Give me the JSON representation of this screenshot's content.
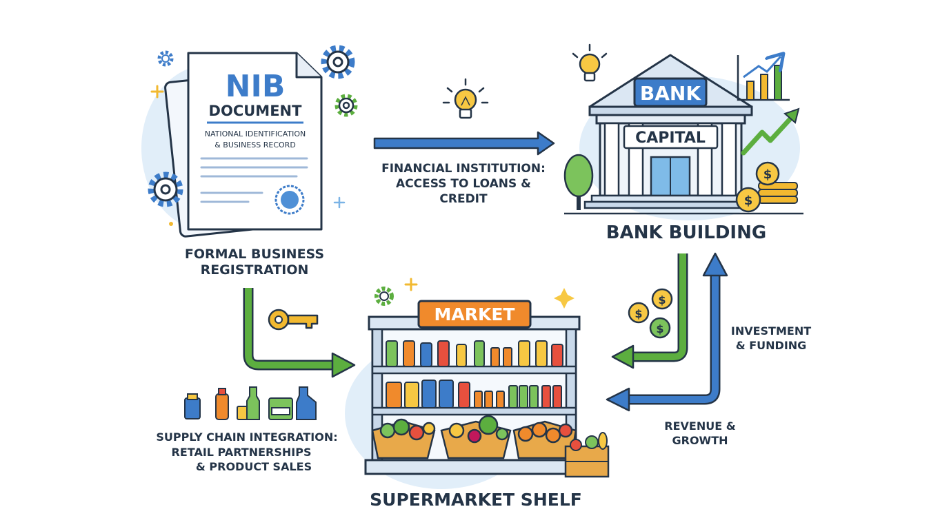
{
  "nib_document": {
    "title": "NIB",
    "subtitle": "DOCUMENT",
    "desc_line1": "NATIONAL IDENTIFICATION",
    "desc_line2": "& BUSINESS RECORD",
    "caption_line1": "FORMAL BUSINESS",
    "caption_line2": "REGISTRATION"
  },
  "financial_arrow": {
    "label_line1": "FINANCIAL INSTITUTION:",
    "label_line2": "ACCESS TO LOANS &",
    "label_line3": "CREDIT"
  },
  "bank": {
    "sign": "BANK",
    "banner": "CAPITAL",
    "caption": "BANK BUILDING"
  },
  "market": {
    "sign": "MARKET",
    "caption": "SUPERMARKET SHELF"
  },
  "investment_arrow": {
    "label_line1": "INVESTMENT",
    "label_line2": "& FUNDING"
  },
  "revenue_arrow": {
    "label_line1": "REVENUE &",
    "label_line2": "GROWTH"
  },
  "supply_chain": {
    "label_line1": "SUPPLY CHAIN INTEGRATION:",
    "label_line2": "RETAIL PARTNERSHIPS",
    "label_line3": "& PRODUCT SALES"
  },
  "icons": [
    "gear-icon",
    "lightbulb-icon",
    "key-icon",
    "coin-icon",
    "growth-chart-icon",
    "tree-icon",
    "sparkle-icon"
  ],
  "colors": {
    "navy": "#243447",
    "blue": "#3d7cc9",
    "green": "#5cae3f",
    "orange": "#f08a2c",
    "gold": "#f2b930",
    "light_blue_blob": "#e1eef9"
  }
}
